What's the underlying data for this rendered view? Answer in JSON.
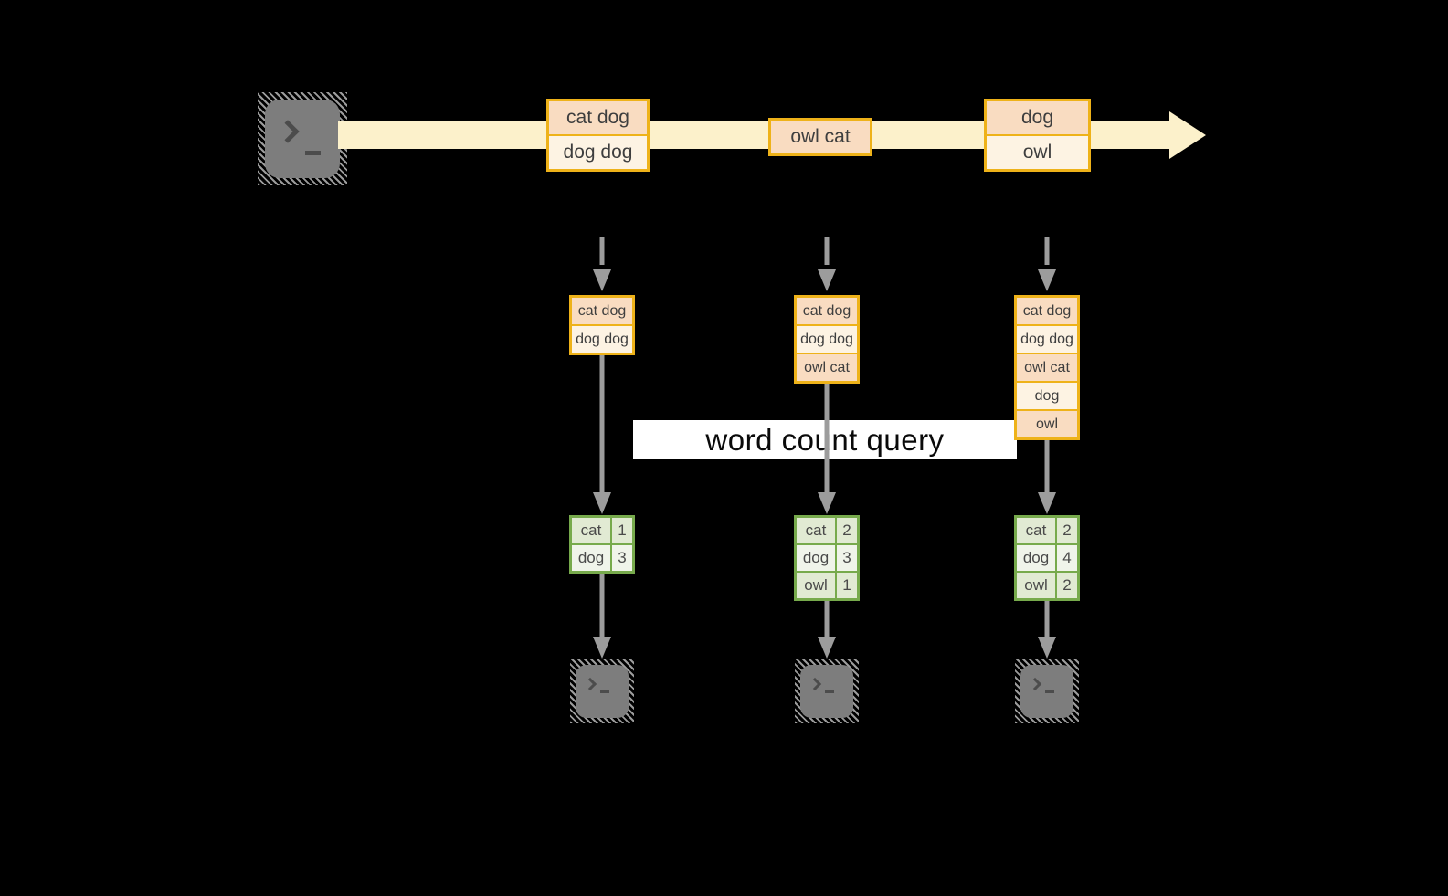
{
  "query_label": "word count query",
  "stream": {
    "events": [
      {
        "cells": [
          "cat dog",
          "dog dog"
        ]
      },
      {
        "cells": [
          "owl cat"
        ]
      },
      {
        "cells": [
          "dog",
          "owl"
        ]
      }
    ]
  },
  "columns": [
    {
      "state_cells": [
        "cat dog",
        "dog dog"
      ],
      "count_rows": [
        {
          "word": "cat",
          "count": "1"
        },
        {
          "word": "dog",
          "count": "3"
        }
      ]
    },
    {
      "state_cells": [
        "cat dog",
        "dog dog",
        "owl cat"
      ],
      "count_rows": [
        {
          "word": "cat",
          "count": "2"
        },
        {
          "word": "dog",
          "count": "3"
        },
        {
          "word": "owl",
          "count": "1"
        }
      ]
    },
    {
      "state_cells": [
        "cat dog",
        "dog dog",
        "owl cat",
        "dog",
        "owl"
      ],
      "count_rows": [
        {
          "word": "cat",
          "count": "2"
        },
        {
          "word": "dog",
          "count": "4"
        },
        {
          "word": "owl",
          "count": "2"
        }
      ]
    }
  ],
  "icons": {
    "source": "terminal-icon",
    "outputs": [
      "terminal-icon",
      "terminal-icon",
      "terminal-icon"
    ]
  },
  "colors": {
    "background": "#000000",
    "gold_border": "#eeb219",
    "cell_peach": "#f9dcc1",
    "cell_cream": "#fdf3e3",
    "stream_band": "#fcf1cb",
    "green_border": "#77aa4c",
    "green_row_dark": "#e1ead3",
    "green_row_light": "#f0f4ea",
    "terminal_gray": "#7d7d7d",
    "arrow_gray": "#9c9c9c",
    "query_band": "#ffffff",
    "text_dark": "#3e3e3e"
  }
}
